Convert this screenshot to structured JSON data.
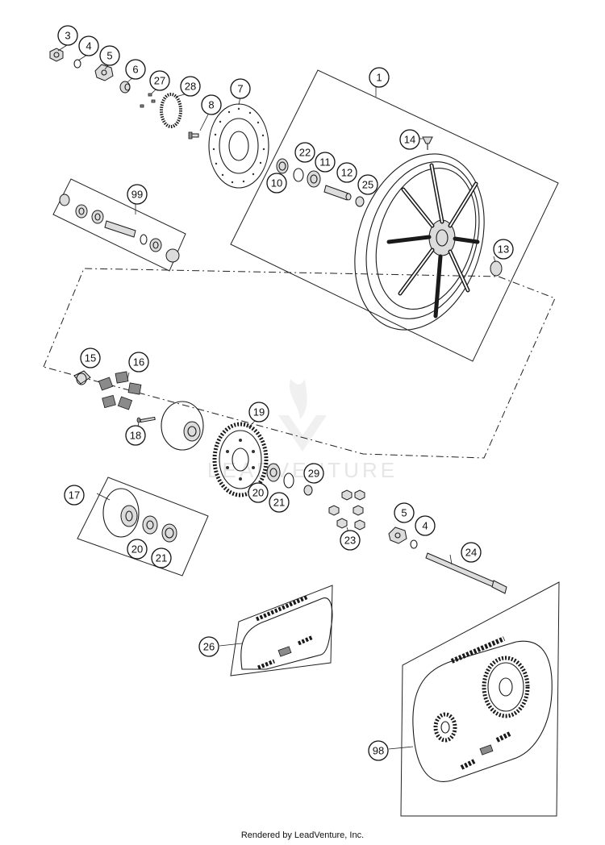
{
  "watermark": {
    "text": "LEADVENTURE"
  },
  "footer": {
    "text": "Rendered by LeadVenture, Inc."
  },
  "labels": {
    "l1": "1",
    "l3": "3",
    "l4a": "4",
    "l5a": "5",
    "l6": "6",
    "l27": "27",
    "l28": "28",
    "l8": "8",
    "l7": "7",
    "l14": "14",
    "l22": "22",
    "l11": "11",
    "l12": "12",
    "l10": "10",
    "l25": "25",
    "l99": "99",
    "l13": "13",
    "l15": "15",
    "l16": "16",
    "l18": "18",
    "l19": "19",
    "l29": "29",
    "l20a": "20",
    "l21a": "21",
    "l17": "17",
    "l20b": "20",
    "l21b": "21",
    "l23": "23",
    "l5b": "5",
    "l4b": "4",
    "l24": "24",
    "l26": "26",
    "l98": "98"
  }
}
